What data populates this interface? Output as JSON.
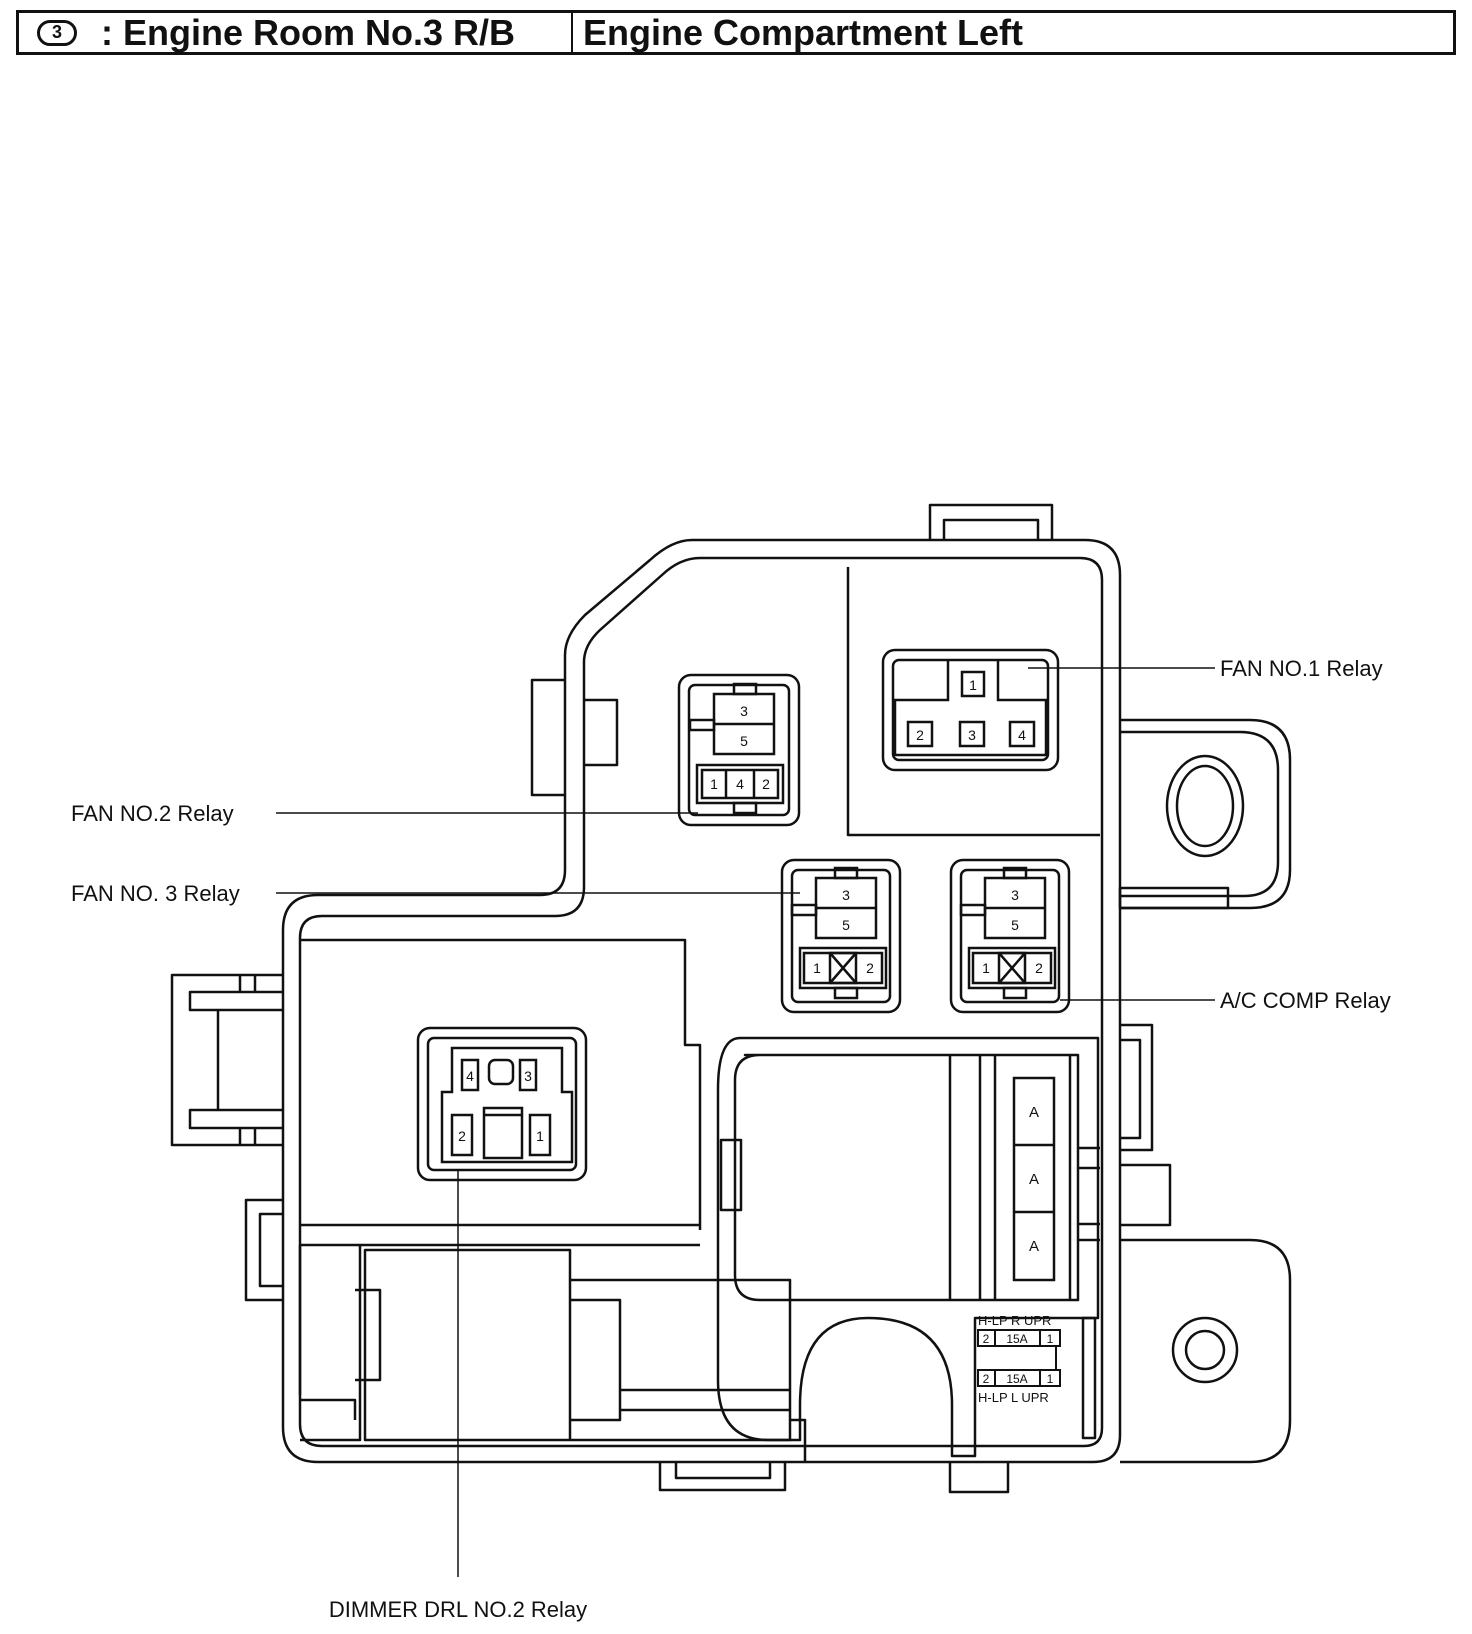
{
  "header": {
    "badge": "3",
    "location_title": ": Engine Room No.3 R/B",
    "position_title": "Engine Compartment Left"
  },
  "labels": {
    "fan1": "FAN NO.1 Relay",
    "fan2": "FAN NO.2 Relay",
    "fan3": "FAN NO. 3 Relay",
    "ac": "A/C COMP Relay",
    "dimmer": "DIMMER DRL NO.2 Relay"
  },
  "fan1_pins": {
    "p1": "1",
    "p2": "2",
    "p3": "3",
    "p4": "4"
  },
  "fan2_pins": {
    "p3": "3",
    "p5": "5",
    "p1": "1",
    "p4": "4",
    "p2": "2"
  },
  "fan3_pins": {
    "p3": "3",
    "p5": "5",
    "p1": "1",
    "p2": "2"
  },
  "ac_pins": {
    "p3": "3",
    "p5": "5",
    "p1": "1",
    "p2": "2"
  },
  "dimmer_pins": {
    "p4": "4",
    "p3": "3",
    "p2": "2",
    "p1": "1"
  },
  "fuse_slots": [
    "A",
    "A",
    "A"
  ],
  "fuses": {
    "upper_name": "H-LP R UPR",
    "lower_name": "H-LP L UPR",
    "upper_pin_left": "2",
    "upper_rating": "15A",
    "upper_pin_right": "1",
    "lower_pin_left": "2",
    "lower_rating": "15A",
    "lower_pin_right": "1"
  }
}
